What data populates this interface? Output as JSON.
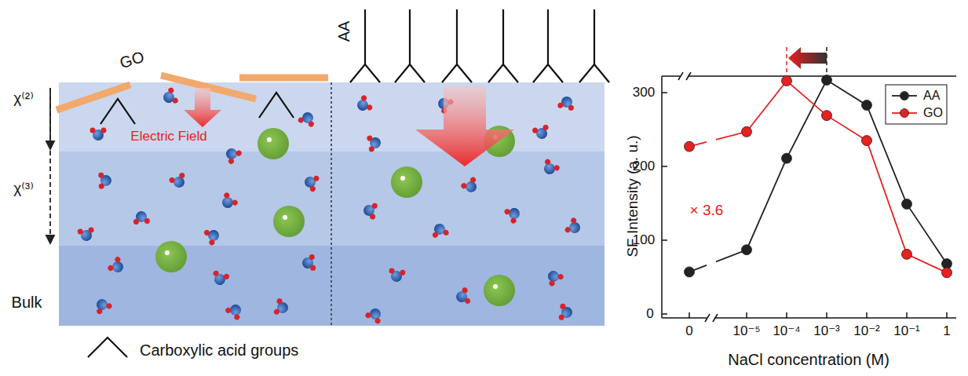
{
  "diagram": {
    "labels": [
      "GO",
      "AA",
      "Electric Field",
      "χ⁽²⁾",
      "χ⁽³⁾",
      "Bulk",
      "SF Intensity (a. u.)",
      "0",
      "100",
      "200",
      "300",
      "0",
      "10⁻⁵",
      "10⁻⁴",
      "10⁻³",
      "10⁻²",
      "10⁻¹",
      "1",
      "× 3.6",
      "NaCl concentration (M)"
    ],
    "legend": [
      {
        "text": "Carboxylic acid groups"
      },
      {
        "text": "AA"
      },
      {
        "text": "GO"
      }
    ]
  }
}
